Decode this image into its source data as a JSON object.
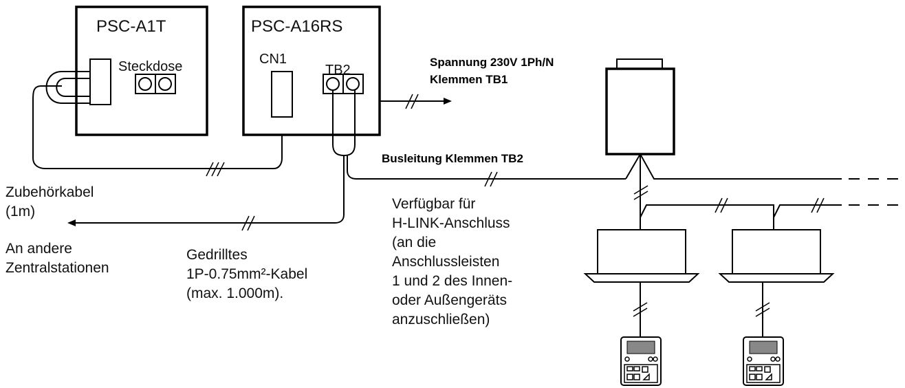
{
  "colors": {
    "line": "#000000",
    "background": "#ffffff"
  },
  "devices": {
    "psc_a1t": {
      "title": "PSC-A1T",
      "socket_label": "Steckdose"
    },
    "psc_a16rs": {
      "title": "PSC-A16RS",
      "cn1_label": "CN1",
      "tb2_label": "TB2"
    }
  },
  "labels": {
    "power_line1": "Spannung 230V 1Ph/N",
    "power_line2": "Klemmen TB1",
    "bus_line": "Busleitung Klemmen TB2",
    "accessory_cable_line1": "Zubehörkabel",
    "accessory_cable_line2": "(1m)",
    "other_stations_line1": "An andere",
    "other_stations_line2": "Zentralstationen",
    "twisted_cable": [
      "Gedrilltes",
      "1P-0.75mm²-Kabel",
      "(max. 1.000m)."
    ],
    "hlink_note": [
      "Verfügbar für",
      "H-LINK-Anschluss",
      "(an die",
      "Anschlussleisten",
      "1 und 2 des Innen-",
      "oder Außengeräts",
      "anzuschließen)"
    ]
  },
  "icons": {
    "outdoor_unit": "outdoor-unit-icon",
    "indoor_unit": "cassette-indoor-unit-icon",
    "remote": "remote-control-icon"
  }
}
